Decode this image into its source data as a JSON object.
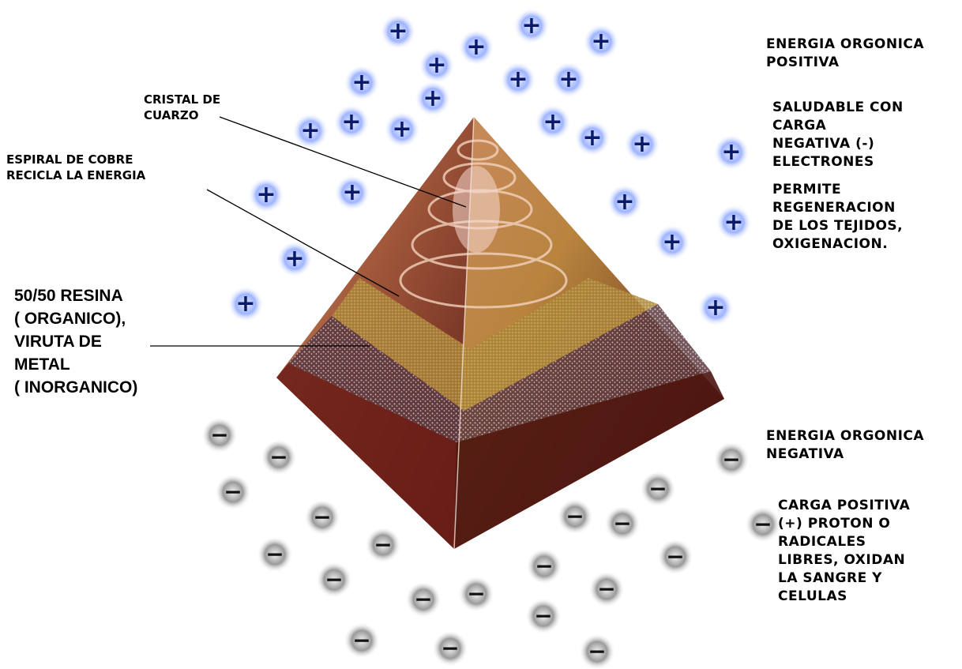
{
  "labels": {
    "energia_positiva": "ENERGIA ORGONICA\nPOSITIVA",
    "saludable": "SALUDABLE CON\nCARGA\nNEGATIVA (-)\nELECTRONES",
    "permite": "PERMITE\nREGENERACION\nDE LOS TEJIDOS,\nOXIGENACION.",
    "cristal": "CRISTAL DE\nCUARZO",
    "espiral": "ESPIRAL DE COBRE\nRECICLA LA ENERGIA",
    "resina": "50/50 RESINA\n( ORGANICO),\nVIRUTA DE\nMETAL\n( INORGANICO)",
    "energia_negativa": "ENERGIA ORGONICA\nNEGATIVA",
    "carga_positiva": "CARGA POSITIVA\n(+) PROTON O\nRADICALES\nLIBRES, OXIDAN\nLA SANGRE Y\nCELULAS"
  },
  "symbols": {
    "plus": "+",
    "minus": "−"
  },
  "colors": {
    "plus_glow": "#4a6cf0",
    "plus_text": "#0a1a6a",
    "minus_glow": "#6a6a6a",
    "minus_text": "#111111",
    "pyramid_dark": "#5a1a14",
    "pyramid_copper": "#b06a3a",
    "pyramid_gold": "#c9a24a"
  }
}
